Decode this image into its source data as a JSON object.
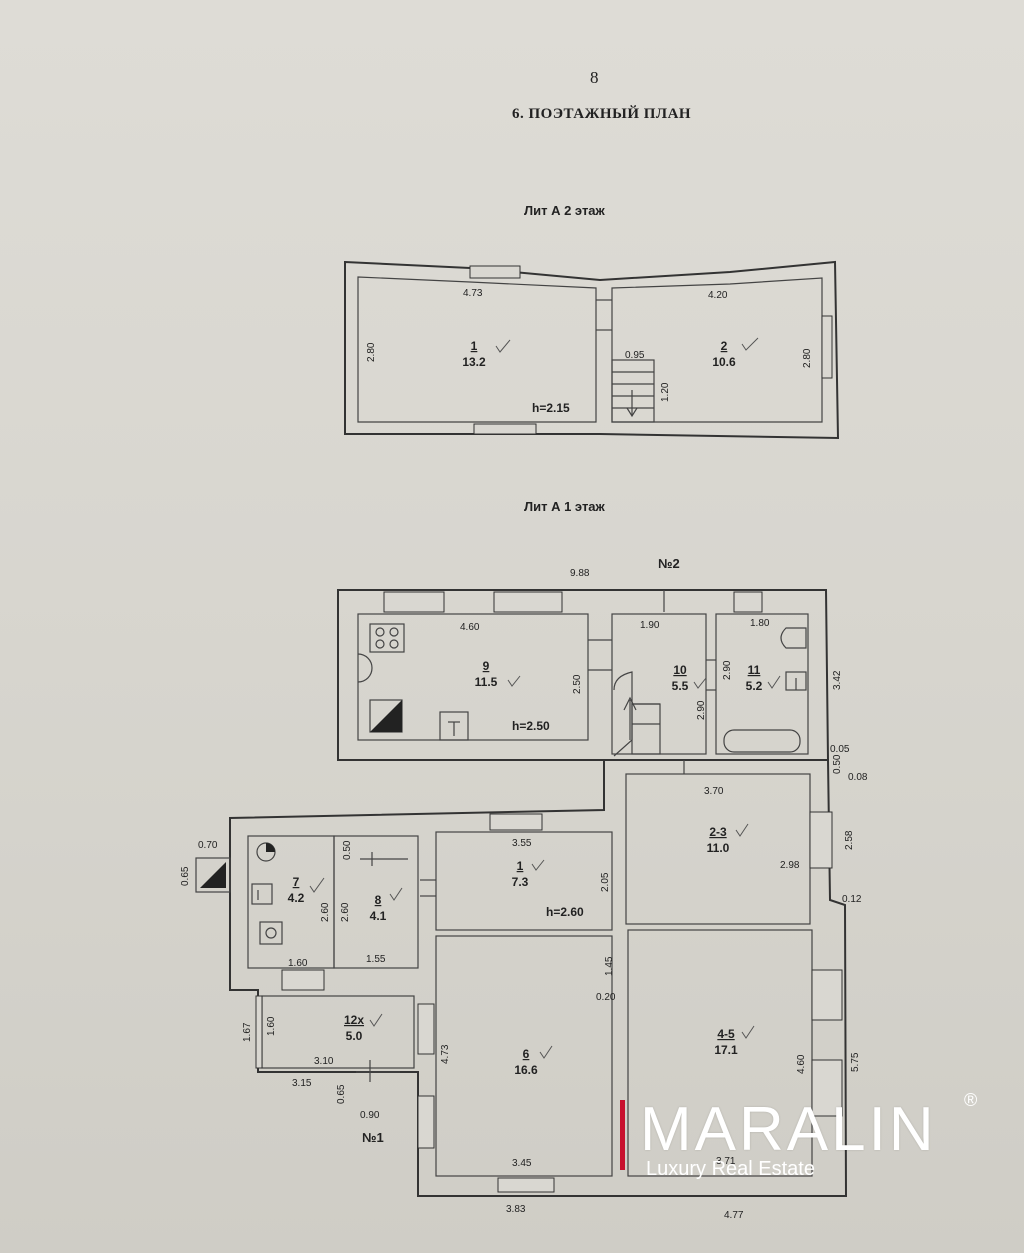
{
  "document": {
    "page_number": "8",
    "title": "6.    ПОЭТАЖНЫЙ ПЛАН",
    "second_floor_heading": "Лит А 2 этаж",
    "first_floor_heading": "Лит А 1 этаж"
  },
  "second_floor": {
    "dims": {
      "top_left": "4.73",
      "top_right": "4.20",
      "left": "2.80",
      "right": "2.80",
      "stair_w": "0.95",
      "stair_len": "1.20"
    },
    "rooms": [
      {
        "num": "1",
        "area": "13.2"
      },
      {
        "num": "2",
        "area": "10.6"
      }
    ],
    "height": "h=2.15"
  },
  "first_floor": {
    "section_a": "№2",
    "section_b": "№1",
    "heights": {
      "h1": "h=2.50",
      "h2": "h=2.60"
    },
    "rooms": [
      {
        "num": "9",
        "area": "11.5"
      },
      {
        "num": "10",
        "area": "5.5"
      },
      {
        "num": "11",
        "area": "5.2"
      },
      {
        "num": "2-3",
        "area": "11.0"
      },
      {
        "num": "1",
        "area": "7.3"
      },
      {
        "num": "7",
        "area": "4.2"
      },
      {
        "num": "8",
        "area": "4.1"
      },
      {
        "num": "12х",
        "area": "5.0"
      },
      {
        "num": "6",
        "area": "16.6"
      },
      {
        "num": "4-5",
        "area": "17.1"
      }
    ],
    "dims": {
      "overall": "9.88",
      "d460": "4.60",
      "d190": "1.90",
      "d180": "1.80",
      "d250": "2.50",
      "d290a": "2.90",
      "d290b": "2.90",
      "d342": "3.42",
      "d005": "0.05",
      "d050": "0.50",
      "d008": "0.08",
      "d370": "3.70",
      "d258": "2.58",
      "d298": "2.98",
      "d012": "0.12",
      "d355": "3.55",
      "d205": "2.05",
      "d070": "0.70",
      "d065a": "0.65",
      "d050b": "0.50",
      "d260a": "2.60",
      "d260b": "2.60",
      "d160a": "1.60",
      "d155": "1.55",
      "d145": "1.45",
      "d020": "0.20",
      "d167": "1.67",
      "d160b": "1.60",
      "d310": "3.10",
      "d315": "3.15",
      "d065b": "0.65",
      "d090": "0.90",
      "d473": "4.73",
      "d460b": "4.60",
      "d575": "5.75",
      "d345": "3.45",
      "d371": "3.71",
      "d383": "3.83",
      "d477": "4.77"
    }
  },
  "watermark": {
    "brand": "MARALIN",
    "registered": "®",
    "tagline": "Luxury Real Estate",
    "accent_color": "#c8102e"
  }
}
